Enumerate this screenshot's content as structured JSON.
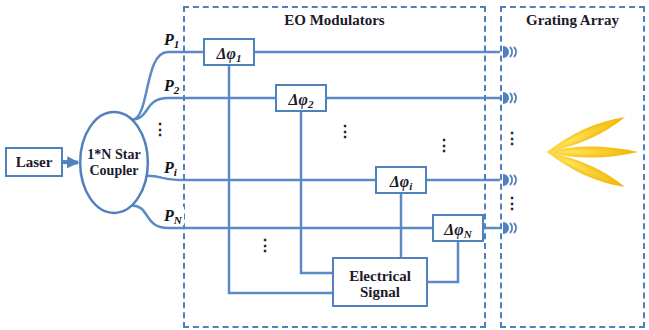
{
  "diagram": {
    "nodes": [
      {
        "text": [
          "Laser"
        ]
      },
      {
        "text": [
          "1*N Star Coupler"
        ]
      },
      {
        "text": [
          "EO Modulators"
        ]
      },
      {
        "text": [
          "Δφ1"
        ],
        "in": 2
      },
      {
        "text": [
          "Δφ2"
        ],
        "in": 2
      },
      {
        "text": [
          "Δφi"
        ],
        "in": 2
      },
      {
        "text": [
          "ΔφN"
        ],
        "in": 2
      },
      {
        "text": [
          "Electrical Signal"
        ],
        "in": 2
      },
      {
        "text": [
          "Grating Array"
        ]
      }
    ],
    "edges": [
      {
        "from": 0,
        "to": 1,
        "arrow": "to"
      },
      {
        "from": 1,
        "to": 3,
        "label": "P1",
        "arrow": "none"
      },
      {
        "from": 1,
        "to": 4,
        "label": "P2",
        "arrow": "none"
      },
      {
        "from": 1,
        "to": 5,
        "label": "Pi",
        "arrow": "none"
      },
      {
        "from": 1,
        "to": 6,
        "label": "PN",
        "arrow": "none"
      },
      {
        "from": 3,
        "to": 8,
        "arrow": "none"
      },
      {
        "from": 4,
        "to": 8,
        "arrow": "none"
      },
      {
        "from": 5,
        "to": 8,
        "arrow": "none"
      },
      {
        "from": 6,
        "to": 8,
        "arrow": "none"
      },
      {
        "from": 7,
        "to": 3,
        "arrow": "none"
      },
      {
        "from": 7,
        "to": 4,
        "arrow": "none"
      },
      {
        "from": 7,
        "to": 5,
        "arrow": "none"
      },
      {
        "from": 7,
        "to": 6,
        "arrow": "none"
      }
    ],
    "labels": [
      "⋮",
      "⋮",
      "⋮",
      "⋮",
      "⋮",
      "⋮"
    ]
  }
}
